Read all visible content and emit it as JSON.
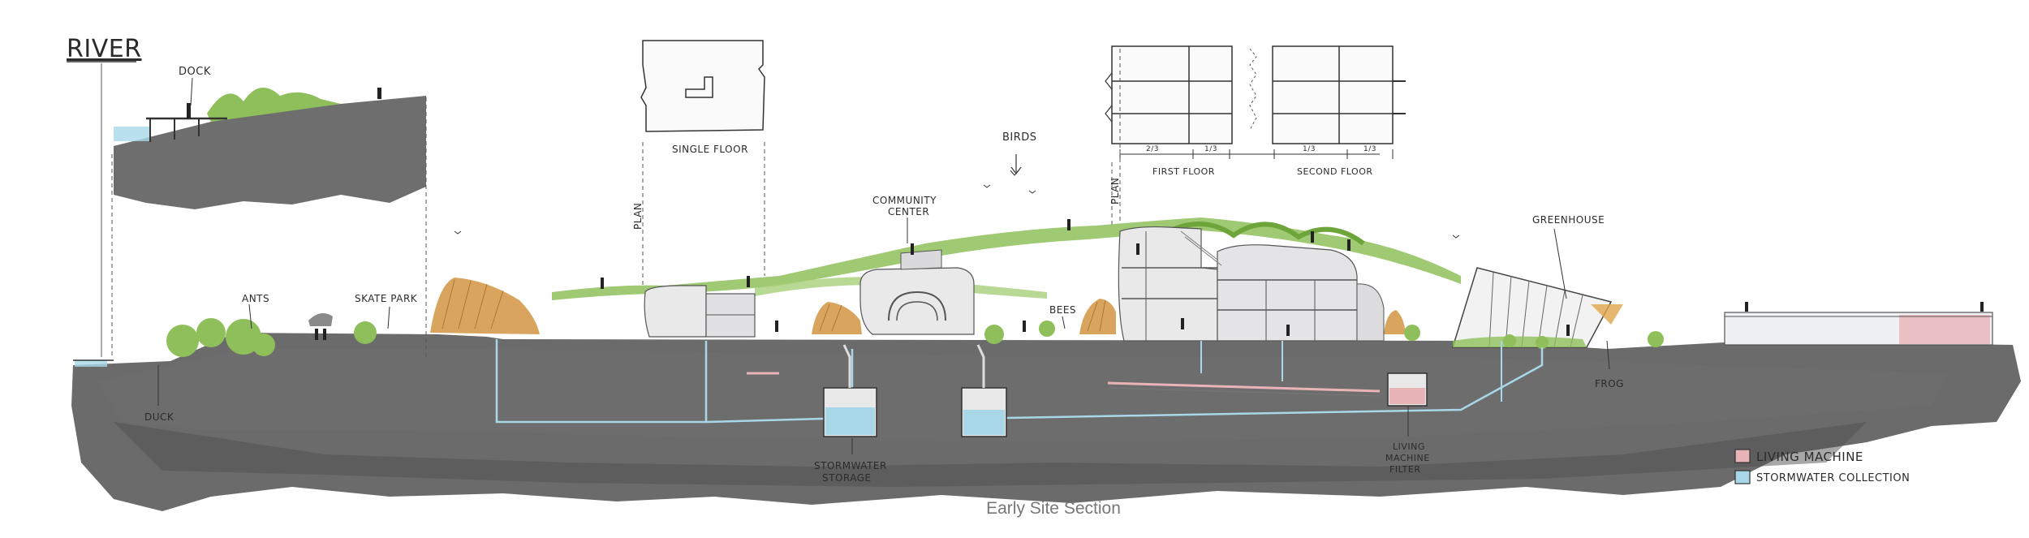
{
  "title": "RIVER",
  "caption": "Early Site Section",
  "labels": {
    "dock": "DOCK",
    "single_floor": "SINGLE FLOOR",
    "plan_left": "PLAN",
    "plan_right": "PLAN",
    "birds": "BIRDS",
    "first_floor": "FIRST FLOOR",
    "second_floor": "SECOND FLOOR",
    "dim_a": "2/3",
    "dim_b": "1/3",
    "dim_c": "1/3",
    "dim_d": "1/3",
    "community_center": [
      "COMMUNITY",
      "CENTER"
    ],
    "greenhouse": "GREENHOUSE",
    "ants": "ANTS",
    "skate_park": "SKATE PARK",
    "bees": "BEES",
    "duck": "DUCK",
    "frog": "FROG",
    "stormwater_storage": [
      "STORMWATER",
      "STORAGE"
    ],
    "living_machine_filter": [
      "LIVING",
      "MACHINE",
      "FILTER"
    ]
  },
  "legend": [
    {
      "label": "LIVING MACHINE",
      "color": "#e8b4b8"
    },
    {
      "label": "STORMWATER COLLECTION",
      "color": "#a8d8e8"
    }
  ],
  "colors": {
    "ground": "#5e5e5e",
    "ground_light": "#7a7a7a",
    "grass": "#8fbf5a",
    "wood": "#d49a4c",
    "water": "#a8d8e8",
    "pink": "#e8b4b8",
    "building": "#e9e9ea"
  }
}
